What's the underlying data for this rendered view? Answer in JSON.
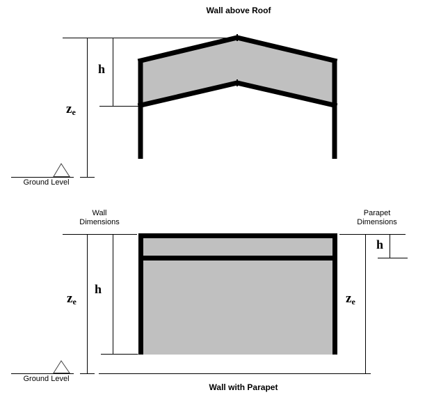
{
  "colors": {
    "wall_fill": "#C0C0C0",
    "line": "#000000",
    "background": "#FFFFFF",
    "marker_outline": "#404040"
  },
  "top_diagram": {
    "title": "Wall above Roof",
    "height_label": "h",
    "ref_height_label": {
      "base": "z",
      "sub": "e"
    },
    "ground_label": "Ground Level"
  },
  "bottom_diagram": {
    "title": "Wall with Parapet",
    "wall_dimensions_label": {
      "line1": "Wall",
      "line2": "Dimensions"
    },
    "parapet_dimensions_label": {
      "line1": "Parapet",
      "line2": "Dimensions"
    },
    "wall_height_label": "h",
    "parapet_height_label": "h",
    "ref_height_left_label": {
      "base": "z",
      "sub": "e"
    },
    "ref_height_right_label": {
      "base": "z",
      "sub": "e"
    },
    "ground_label": "Ground Level"
  }
}
